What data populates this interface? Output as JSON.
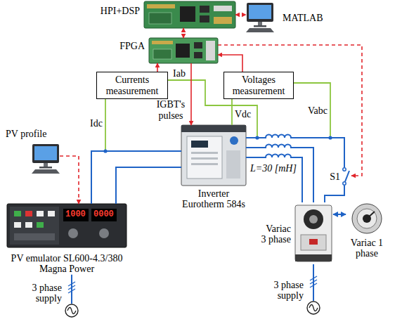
{
  "diagram": {
    "nodes": [
      {
        "text": [
          "HPI+DSP"
        ]
      },
      {
        "text": [
          "MATLAB"
        ]
      },
      {
        "text": [
          "FPGA"
        ]
      },
      {
        "text": [
          "Currents measurement"
        ]
      },
      {
        "text": [
          "Voltages measurement"
        ]
      },
      {
        "text": [
          "Inverter Eurotherm 584s"
        ]
      },
      {
        "text": [
          "PV profile"
        ]
      },
      {
        "text": [
          "PV emulator SL600-4.3/380 Magna Power"
        ]
      },
      {
        "text": [
          "Variac 3 phase"
        ]
      },
      {
        "text": [
          "Variac 1 phase"
        ]
      },
      {
        "text": [
          "3 phase supply"
        ]
      },
      {
        "text": [
          "3 phase supply"
        ]
      }
    ],
    "edges": [
      {
        "from": 0,
        "to": 1,
        "arrow": "both"
      },
      {
        "from": 0,
        "to": 2,
        "arrow": "both"
      },
      {
        "from": 3,
        "to": 2,
        "arrow": "to"
      },
      {
        "from": 4,
        "to": 2,
        "arrow": "to"
      },
      {
        "from": 2,
        "to": 5,
        "label": "IGBT's pulses",
        "arrow": "to"
      },
      {
        "from": 6,
        "to": 7,
        "arrow": "to"
      },
      {
        "from": 7,
        "to": 5,
        "arrow": "none"
      },
      {
        "from": 7,
        "to": 5,
        "arrow": "none"
      },
      {
        "from": 5,
        "to": 8,
        "arrow": "none"
      },
      {
        "from": 5,
        "to": 8,
        "arrow": "none"
      },
      {
        "from": 5,
        "to": 8,
        "arrow": "none"
      },
      {
        "from": 8,
        "to": 9,
        "arrow": "both"
      },
      {
        "from": 7,
        "to": 10,
        "arrow": "none"
      },
      {
        "from": 8,
        "to": 11,
        "arrow": "none"
      }
    ],
    "labels": [
      "Iab",
      "Idc",
      "Vdc",
      "Vabc",
      "L=30 [mH]",
      "S1",
      "1000",
      "0000"
    ]
  }
}
